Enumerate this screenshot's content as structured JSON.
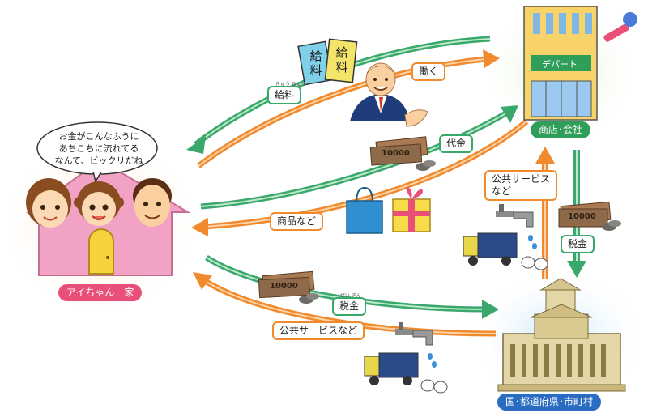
{
  "nodes": {
    "family": {
      "label": "アイちゃん一家"
    },
    "company": {
      "label": "商店･会社",
      "sign": "デパート"
    },
    "government": {
      "label": "国･都道府県･市町村"
    }
  },
  "bubble": {
    "text": "お金がこんなふうに\nあちこちに流れてる\nなんて、ビックリだね"
  },
  "flows": {
    "work": "働く",
    "salary": "給料",
    "salary_ruby": "きゅう りょう",
    "payment": "代金",
    "goods": "商品など",
    "public_service_company": "公共サービス\nなど",
    "tax_company": "税金",
    "tax_family": "税金",
    "tax_ruby": "ぜい きん",
    "public_service_family": "公共サービスなど"
  },
  "envelopes": {
    "left": "給料",
    "right": "給料"
  },
  "bills": {
    "amount": "10000"
  },
  "colors": {
    "orange_arrow": "#f08a2c",
    "green_arrow": "#3aa76d",
    "family_pill": "#e8507a",
    "company_pill": "#2e9e58",
    "government_pill": "#2a6cc2",
    "house": "#f2a2c4"
  }
}
